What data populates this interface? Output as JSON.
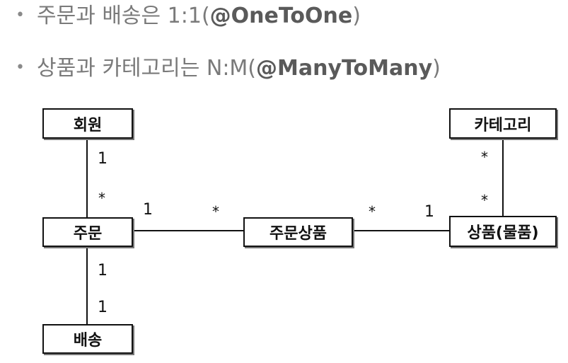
{
  "bullets": [
    {
      "marker": "•",
      "text": "주문과 배송은 1:1(",
      "annotation": "@OneToOne",
      "close": ")"
    },
    {
      "marker": "•",
      "text": "상품과 카테고리는 N:M(",
      "annotation": "@ManyToMany",
      "close": ")"
    }
  ],
  "entities": {
    "member": "회원",
    "order": "주문",
    "delivery": "배송",
    "order_item": "주문상품",
    "category": "카테고리",
    "item": "상품(물품)"
  },
  "relations": {
    "member_order": {
      "member_side": "1",
      "order_side": "*"
    },
    "order_orderitem": {
      "order_side": "1",
      "orderitem_side": "*"
    },
    "orderitem_item": {
      "orderitem_side": "*",
      "item_side": "1"
    },
    "category_item": {
      "category_side": "*",
      "item_side": "*"
    },
    "order_delivery": {
      "order_side": "1",
      "delivery_side": "1"
    }
  }
}
